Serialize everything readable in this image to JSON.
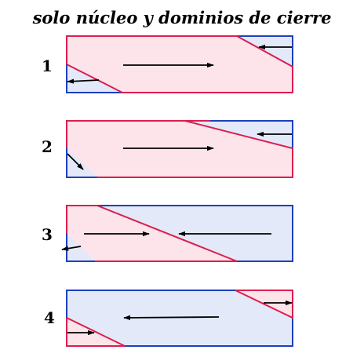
{
  "title": "solo núcleo y dominios de cierre",
  "colors": {
    "blue_region": "#e3e9f8",
    "red_region": "#fde4ea",
    "blue_border": "#1f3fbf",
    "red_border": "#dc1e4e"
  },
  "panels": [
    {
      "label": "1"
    },
    {
      "label": "2"
    },
    {
      "label": "3"
    },
    {
      "label": "4"
    }
  ]
}
